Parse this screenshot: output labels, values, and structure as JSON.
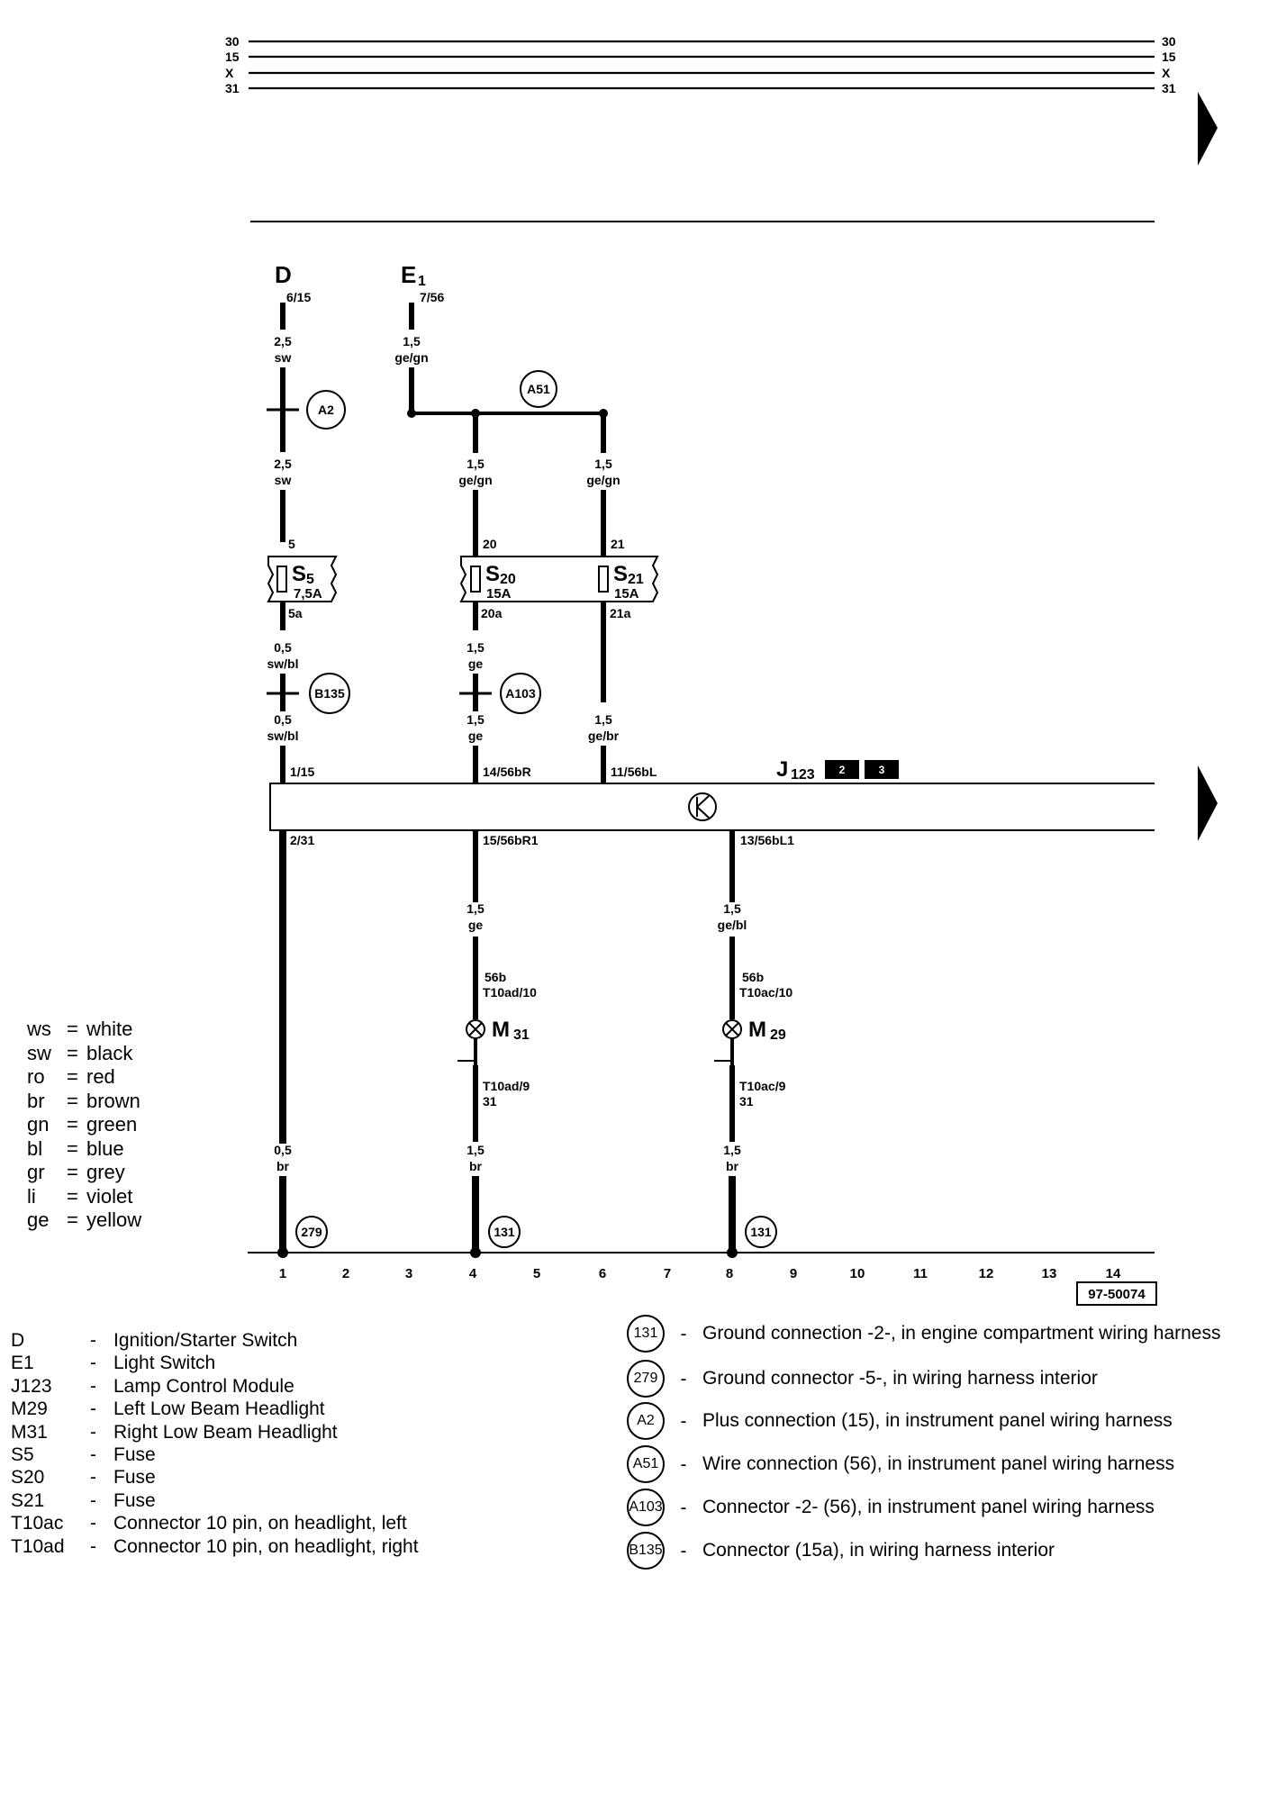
{
  "bus_rails": [
    "30",
    "15",
    "X",
    "31"
  ],
  "components": {
    "D": {
      "name": "D",
      "pin": "6/15"
    },
    "E1": {
      "name": "E",
      "sub": "1",
      "pin": "7/56"
    },
    "J123": {
      "name": "J",
      "sub": "123",
      "tags": [
        "2",
        "3"
      ]
    },
    "S5": {
      "name": "S",
      "sub": "5",
      "rating": "7,5A",
      "pin_in": "5",
      "pin_out": "5a"
    },
    "S20": {
      "name": "S",
      "sub": "20",
      "rating": "15A",
      "pin_in": "20",
      "pin_out": "20a"
    },
    "S21": {
      "name": "S",
      "sub": "21",
      "rating": "15A",
      "pin_in": "21",
      "pin_out": "21a"
    },
    "M31": {
      "name": "M",
      "sub": "31",
      "pin_top_1": "56b",
      "pin_top_2": "T10ad/10",
      "pin_bot_1": "T10ad/9",
      "pin_bot_2": "31"
    },
    "M29": {
      "name": "M",
      "sub": "29",
      "pin_top_1": "56b",
      "pin_top_2": "T10ac/10",
      "pin_bot_1": "T10ac/9",
      "pin_bot_2": "31"
    }
  },
  "wire_labels": {
    "d_top": {
      "size": "2,5",
      "color": "sw"
    },
    "d_mid": {
      "size": "2,5",
      "color": "sw"
    },
    "e1_top": {
      "size": "1,5",
      "color": "ge/gn"
    },
    "s20_in": {
      "size": "1,5",
      "color": "ge/gn"
    },
    "s21_in": {
      "size": "1,5",
      "color": "ge/gn"
    },
    "s5_out": {
      "size": "0,5",
      "color": "sw/bl"
    },
    "s5_out2": {
      "size": "0,5",
      "color": "sw/bl"
    },
    "s20_out": {
      "size": "1,5",
      "color": "ge"
    },
    "s20_out2": {
      "size": "1,5",
      "color": "ge"
    },
    "s21_out": {
      "size": "1,5",
      "color": "ge/br"
    },
    "m31_in": {
      "size": "1,5",
      "color": "ge"
    },
    "m29_in": {
      "size": "1,5",
      "color": "ge/bl"
    },
    "gnd1": {
      "size": "0,5",
      "color": "br"
    },
    "gnd4": {
      "size": "1,5",
      "color": "br"
    },
    "gnd8": {
      "size": "1,5",
      "color": "br"
    }
  },
  "module_pins": {
    "in_1": "1/15",
    "in_4": "14/56bR",
    "in_6": "11/56bL",
    "out_1": "2/31",
    "out_4": "15/56bR1",
    "out_8": "13/56bL1"
  },
  "nodes": {
    "A2": "A2",
    "A51": "A51",
    "A103": "A103",
    "B135": "B135",
    "g279": "279",
    "g131a": "131",
    "g131b": "131"
  },
  "current_tracks": [
    "1",
    "2",
    "3",
    "4",
    "5",
    "6",
    "7",
    "8",
    "9",
    "10",
    "11",
    "12",
    "13",
    "14"
  ],
  "doc_number": "97-50074",
  "color_codes": [
    {
      "code": "ws",
      "meaning": "white"
    },
    {
      "code": "sw",
      "meaning": "black"
    },
    {
      "code": "ro",
      "meaning": "red"
    },
    {
      "code": "br",
      "meaning": "brown"
    },
    {
      "code": "gn",
      "meaning": "green"
    },
    {
      "code": "bl",
      "meaning": "blue"
    },
    {
      "code": "gr",
      "meaning": "grey"
    },
    {
      "code": "li",
      "meaning": "violet"
    },
    {
      "code": "ge",
      "meaning": "yellow"
    }
  ],
  "component_list": [
    {
      "code": "D",
      "desc": "Ignition/Starter Switch"
    },
    {
      "code": "E1",
      "desc": "Light Switch"
    },
    {
      "code": "J123",
      "desc": "Lamp Control Module"
    },
    {
      "code": "M29",
      "desc": "Left Low Beam Headlight"
    },
    {
      "code": "M31",
      "desc": "Right Low Beam Headlight"
    },
    {
      "code": "S5",
      "desc": "Fuse"
    },
    {
      "code": "S20",
      "desc": "Fuse"
    },
    {
      "code": "S21",
      "desc": "Fuse"
    },
    {
      "code": "T10ac",
      "desc": "Connector 10 pin, on headlight, left"
    },
    {
      "code": "T10ad",
      "desc": "Connector 10 pin, on headlight, right"
    }
  ],
  "ground_list": [
    {
      "code": "131",
      "desc": "Ground connection -2-, in engine compartment wiring harness"
    },
    {
      "code": "279",
      "desc": "Ground connector -5-, in wiring harness interior"
    },
    {
      "code": "A2",
      "desc": "Plus connection (15), in instrument panel wiring harness"
    },
    {
      "code": "A51",
      "desc": "Wire connection (56), in instrument panel wiring harness"
    },
    {
      "code": "A103",
      "desc": "Connector -2- (56), in instrument panel wiring harness"
    },
    {
      "code": "B135",
      "desc": "Connector (15a), in wiring harness interior"
    }
  ]
}
